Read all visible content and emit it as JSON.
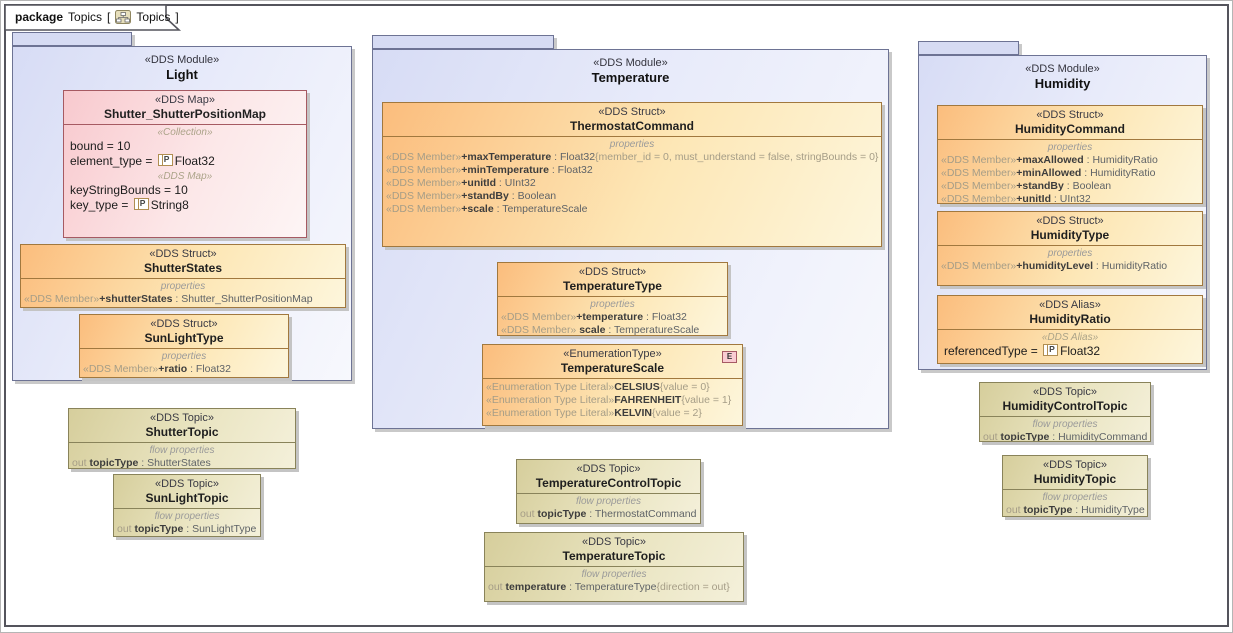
{
  "icons": {
    "p": "P",
    "e": "E"
  },
  "palette": {
    "module_fill": "#d7dcf5",
    "module_border": "#6d7394",
    "struct_fill": "#fbbd7d",
    "struct_border": "#a1783e",
    "topic_fill": "#d6ce9c",
    "topic_border": "#89835a",
    "map_fill": "#f8c9ce",
    "map_border": "#a65a62",
    "enum_icon_fill": "#f9ccd2"
  },
  "frame": {
    "kind": "package",
    "name": "Topics",
    "open": "[",
    "diagram": "Topics",
    "close": "]"
  },
  "modules": {
    "light": {
      "st": "«DDS Module»",
      "name": "Light"
    },
    "temperature": {
      "st": "«DDS Module»",
      "name": "Temperature"
    },
    "humidity": {
      "st": "«DDS Module»",
      "name": "Humidity"
    }
  },
  "classes": {
    "map": {
      "st": "«DDS Map»",
      "name": "Shutter_ShutterPositionMap",
      "sec1": "«Collection»",
      "a1": "bound = 10",
      "a2pre": "element_type = ",
      "a2post": "Float32",
      "sec2": "«DDS Map»",
      "a3": "keyStringBounds = 10",
      "a4pre": "key_type = ",
      "a4post": "String8"
    },
    "shutterStates": {
      "st": "«DDS Struct»",
      "name": "ShutterStates",
      "sec": "properties",
      "rows": [
        {
          "s": "«DDS Member»",
          "n": "+shutterStates",
          "t": " : Shutter_ShutterPositionMap"
        }
      ]
    },
    "sunLightType": {
      "st": "«DDS Struct»",
      "name": "SunLightType",
      "sec": "properties",
      "rows": [
        {
          "s": "«DDS Member»",
          "n": "+ratio",
          "t": " : Float32"
        }
      ]
    },
    "shutterTopic": {
      "st": "«DDS Topic»",
      "name": "ShutterTopic",
      "sec": "flow properties",
      "rows": [
        {
          "s": "out ",
          "n": "topicType",
          "t": " : ShutterStates"
        }
      ]
    },
    "sunLightTopic": {
      "st": "«DDS Topic»",
      "name": "SunLightTopic",
      "sec": "flow properties",
      "rows": [
        {
          "s": "out ",
          "n": "topicType",
          "t": " : SunLightType"
        }
      ]
    },
    "thermostatCommand": {
      "st": "«DDS Struct»",
      "name": "ThermostatCommand",
      "sec": "properties",
      "rows": [
        {
          "s": "«DDS Member»",
          "n": "+maxTemperature",
          "t": " : Float32",
          "c": "{member_id = 0, must_understand = false, stringBounds = 0}"
        },
        {
          "s": "«DDS Member»",
          "n": "+minTemperature",
          "t": " : Float32"
        },
        {
          "s": "«DDS Member»",
          "n": "+unitId",
          "t": " : UInt32"
        },
        {
          "s": "«DDS Member»",
          "n": "+standBy",
          "t": " : Boolean"
        },
        {
          "s": "«DDS Member»",
          "n": "+scale",
          "t": " : TemperatureScale"
        }
      ]
    },
    "temperatureType": {
      "st": "«DDS Struct»",
      "name": "TemperatureType",
      "sec": "properties",
      "rows": [
        {
          "s": "«DDS Member»",
          "n": "+temperature",
          "t": " : Float32"
        },
        {
          "s": "«DDS Member»",
          "n": " scale",
          "t": " : TemperatureScale"
        }
      ]
    },
    "temperatureScale": {
      "st": "«EnumerationType»",
      "name": "TemperatureScale",
      "rows": [
        {
          "s": "«Enumeration Type Literal»",
          "n": "CELSIUS",
          "c": "{value = 0}"
        },
        {
          "s": "«Enumeration Type Literal»",
          "n": "FAHRENHEIT",
          "c": "{value = 1}"
        },
        {
          "s": "«Enumeration Type Literal»",
          "n": "KELVIN",
          "c": "{value = 2}"
        }
      ]
    },
    "temperatureControlTopic": {
      "st": "«DDS Topic»",
      "name": "TemperatureControlTopic",
      "sec": "flow properties",
      "rows": [
        {
          "s": "out ",
          "n": "topicType",
          "t": " : ThermostatCommand"
        }
      ]
    },
    "temperatureTopic": {
      "st": "«DDS Topic»",
      "name": "TemperatureTopic",
      "sec": "flow properties",
      "rows": [
        {
          "s": "out ",
          "n": "temperature",
          "t": " : TemperatureType",
          "c": "{direction = out}"
        }
      ]
    },
    "humidityCommand": {
      "st": "«DDS Struct»",
      "name": "HumidityCommand",
      "sec": "properties",
      "rows": [
        {
          "s": "«DDS Member»",
          "n": "+maxAllowed",
          "t": " : HumidityRatio"
        },
        {
          "s": "«DDS Member»",
          "n": "+minAllowed",
          "t": " : HumidityRatio"
        },
        {
          "s": "«DDS Member»",
          "n": "+standBy",
          "t": " : Boolean"
        },
        {
          "s": "«DDS Member»",
          "n": "+unitId",
          "t": " : UInt32"
        }
      ]
    },
    "humidityType": {
      "st": "«DDS Struct»",
      "name": "HumidityType",
      "sec": "properties",
      "rows": [
        {
          "s": "«DDS Member»",
          "n": "+humidityLevel",
          "t": " : HumidityRatio"
        }
      ]
    },
    "humidityRatio": {
      "st": "«DDS Alias»",
      "name": "HumidityRatio",
      "sec": "«DDS Alias»",
      "refpre": "referencedType = ",
      "refpost": "Float32"
    },
    "humidityControlTopic": {
      "st": "«DDS Topic»",
      "name": "HumidityControlTopic",
      "sec": "flow properties",
      "rows": [
        {
          "s": "out ",
          "n": "topicType",
          "t": " : HumidityCommand"
        }
      ]
    },
    "humidityTopic": {
      "st": "«DDS Topic»",
      "name": "HumidityTopic",
      "sec": "flow properties",
      "rows": [
        {
          "s": "out ",
          "n": "topicType",
          "t": " : HumidityType"
        }
      ]
    }
  }
}
